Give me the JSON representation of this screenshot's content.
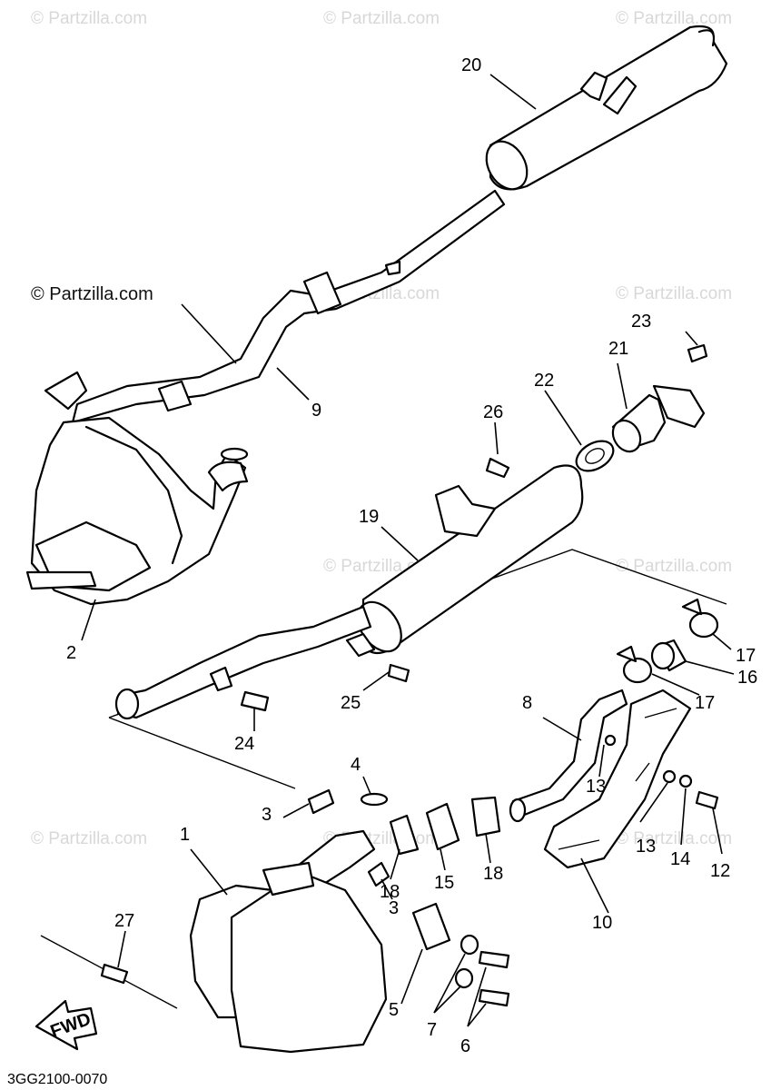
{
  "watermark": "© Partzilla.com",
  "diagram_code": "3GG2100-0070",
  "fwd_label": "FWD",
  "callouts": {
    "n1": "1",
    "n2": "2",
    "n3a": "3",
    "n3b": "3",
    "n4": "4",
    "n5": "5",
    "n6": "6",
    "n7": "7",
    "n8": "8",
    "n9": "9",
    "n10": "10",
    "n12": "12",
    "n13a": "13",
    "n13b": "13",
    "n14": "14",
    "n15": "15",
    "n16": "16",
    "n17a": "17",
    "n17b": "17",
    "n18a": "18",
    "n18b": "18",
    "n19": "19",
    "n20": "20",
    "n21": "21",
    "n22": "22",
    "n23": "23",
    "n24": "24",
    "n25": "25",
    "n26": "26",
    "n27": "27"
  }
}
